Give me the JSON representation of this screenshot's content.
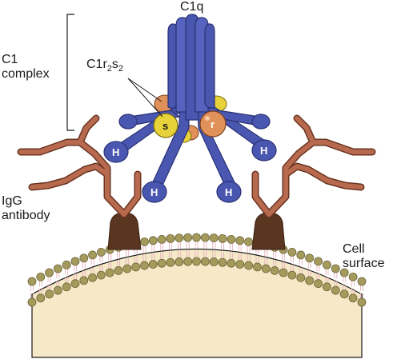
{
  "labels": {
    "c1q": "C1q",
    "c1_complex_line1": "C1",
    "c1_complex_line2": "complex",
    "c1r2s2_base1": "C1r",
    "c1r2s2_sub1": "2",
    "c1r2s2_base2": "s",
    "c1r2s2_sub2": "2",
    "igg_line1": "IgG",
    "igg_line2": "antibody",
    "cell_line1": "Cell",
    "cell_line2": "surface",
    "head_label": "H",
    "s_label": "s",
    "r_label": "r"
  },
  "colors": {
    "c1q_blue": "#4a57b0",
    "c1q_outline": "#2a3275",
    "antibody_brown": "#b86a4e",
    "anchor_brown": "#5a3620",
    "c1s_yellow": "#e8d23a",
    "c1r_orange": "#e0915a",
    "membrane_bead": "#a49a5c",
    "membrane_tail": "#e8b8c0",
    "cytoplasm": "#f5e9c8"
  }
}
